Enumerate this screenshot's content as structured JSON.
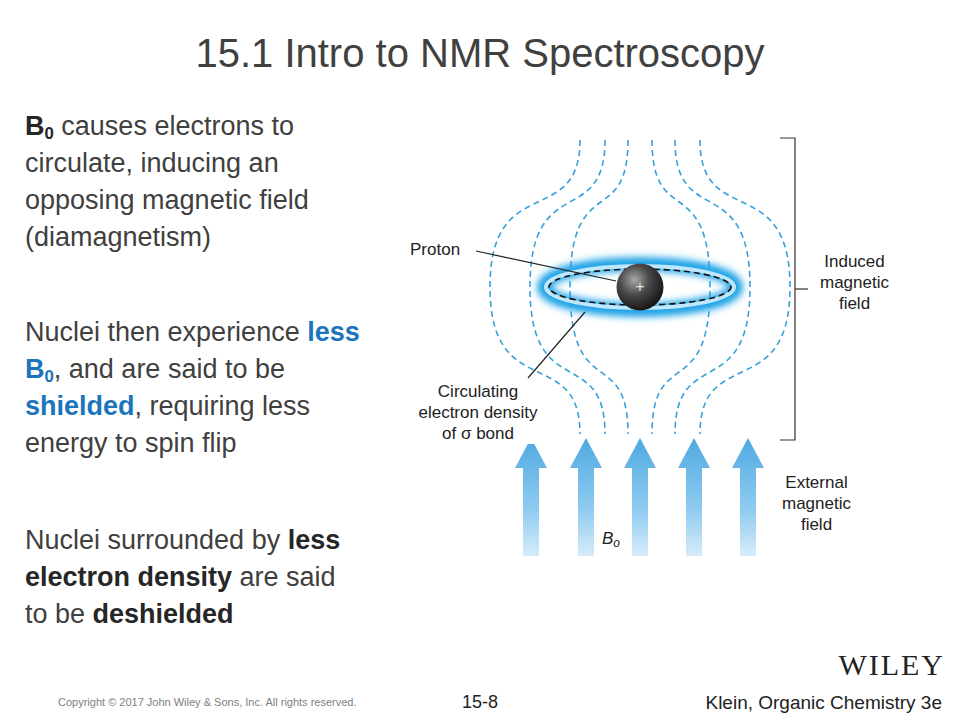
{
  "diagram": {
    "title": "15.1 Intro to NMR Spectroscopy",
    "nodes": [
      {
        "text": [
          "+"
        ]
      }
    ],
    "labels": [
      "B",
      "0",
      "causes electrons to circulate, inducing an opposing magnetic field (diamagnetism)",
      "Nuclei then experience",
      "less B",
      "0",
      ", and are said to be",
      "shielded",
      ", requiring less energy to spin flip",
      "Nuclei surrounded by",
      "less electron density",
      "are said to be",
      "deshielded",
      "Proton",
      "Circulating electron density of σ bond",
      "Induced magnetic field",
      "External magnetic field",
      "B",
      "o",
      "WILEY",
      "Copyright © 2017 John Wiley & Sons, Inc. All rights reserved.",
      "15-8",
      "Klein, Organic Chemistry 3e"
    ]
  }
}
